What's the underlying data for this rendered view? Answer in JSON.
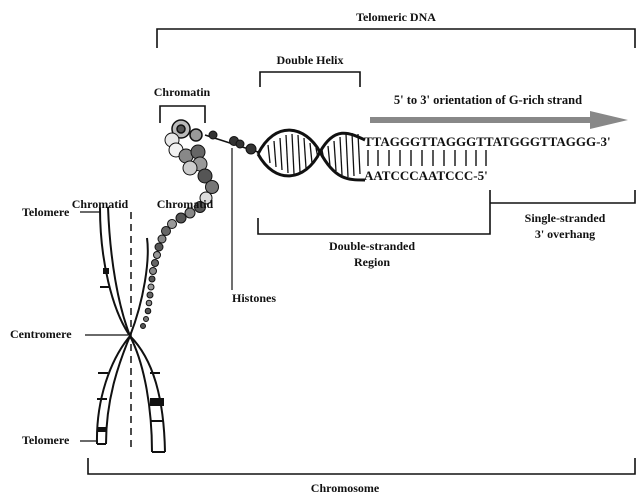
{
  "labels": {
    "telomeric_dna": "Telomeric DNA",
    "double_helix": "Double Helix",
    "chromatin": "Chromatin",
    "orientation": "5' to 3' orientation of G-rich strand",
    "g_strand": "TTAGGGTTAGGGTTATGGGTTAGGG-3'",
    "c_strand": "AATCCCAATCCC-5'",
    "chromatid_left": "Chromatid",
    "chromatid_right": "Chromatid",
    "telomere_top": "Telomere",
    "centromere": "Centromere",
    "telomere_bottom": "Telomere",
    "histones": "Histones",
    "double_stranded_1": "Double-stranded",
    "double_stranded_2": "Region",
    "single_stranded_1": "Single-stranded",
    "single_stranded_2": "3' overhang",
    "chromosome": "Chromosome"
  },
  "colors": {
    "ink": "#111111",
    "arrow": "#888888",
    "bead_dark": "#555555",
    "bead_mid": "#9a9a9a",
    "bead_light": "#e6e6e6"
  }
}
